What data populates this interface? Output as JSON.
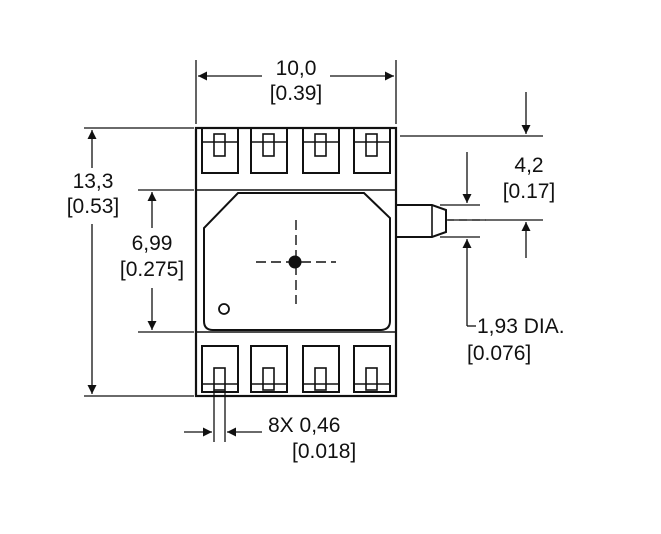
{
  "drawing": {
    "width_dimension": {
      "value": "10,0",
      "imperial": "[0.39]"
    },
    "height_dimension": {
      "value": "13,3",
      "imperial": "[0.53]"
    },
    "body_dimension": {
      "value": "6,99",
      "imperial": "[0.275]"
    },
    "port_offset_dimension": {
      "value": "4,2",
      "imperial": "[0.17]"
    },
    "port_diameter_dimension": {
      "value": "1,93 DIA.",
      "imperial": "[0.076]"
    },
    "lead_width_dimension": {
      "value": "8X 0,46",
      "imperial": "[0.018]"
    }
  },
  "colors": {
    "line": "#111111",
    "background": "#ffffff"
  }
}
